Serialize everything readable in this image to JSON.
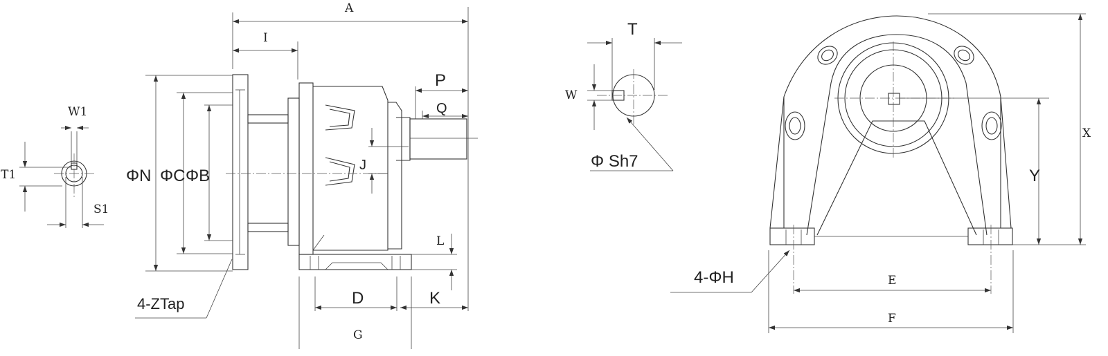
{
  "labels": {
    "W1": "W1",
    "T1": "T1",
    "S1": "S1",
    "A": "A",
    "I": "I",
    "P": "P",
    "Q": "Q",
    "J": "J",
    "PhiN": "ΦN",
    "PhiC": "ΦC",
    "PhiB": "ΦB",
    "L": "L",
    "D": "D",
    "K": "K",
    "G": "G",
    "ZTap": "4-ZTap",
    "T": "T",
    "W": "W",
    "Sh7": "Φ  Sh7",
    "X": "X",
    "Y": "Y",
    "H": "4-ΦH",
    "E": "E",
    "F": "F"
  }
}
